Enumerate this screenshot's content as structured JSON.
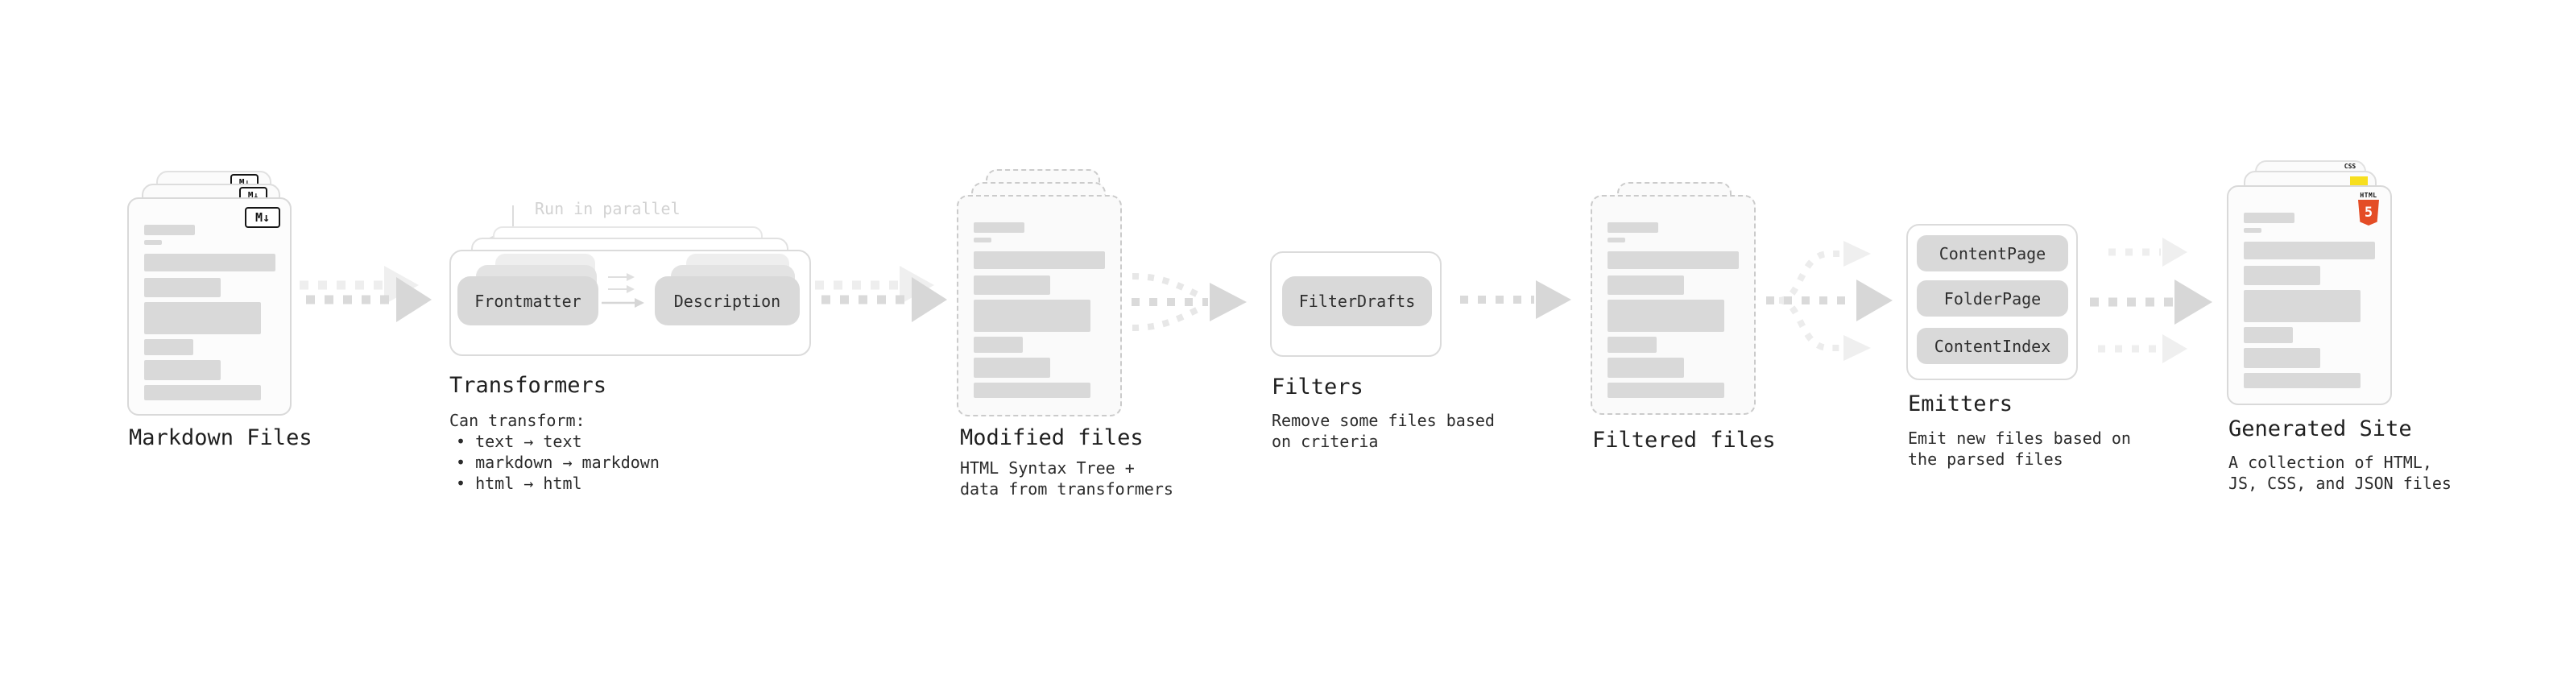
{
  "annotations": {
    "run_in_parallel": "Run in parallel"
  },
  "badges": {
    "markdown": "M↓",
    "html_label": "HTML",
    "html_number": "5",
    "css_label": "CSS"
  },
  "stages": {
    "markdown_files": {
      "label": "Markdown Files"
    },
    "transformers": {
      "label": "Transformers",
      "pill_left": "Frontmatter",
      "pill_right": "Description",
      "desc_title": "Can transform:",
      "bullets": [
        "• text → text",
        "• markdown → markdown",
        "• html → html"
      ]
    },
    "modified_files": {
      "label": "Modified files",
      "desc_lines": [
        "HTML Syntax Tree +",
        "data from transformers"
      ]
    },
    "filters": {
      "label": "Filters",
      "pill": "FilterDrafts",
      "desc_lines": [
        "Remove some files based",
        "on criteria"
      ]
    },
    "filtered_files": {
      "label": "Filtered files"
    },
    "emitters": {
      "label": "Emitters",
      "pills": [
        "ContentPage",
        "FolderPage",
        "ContentIndex"
      ],
      "desc_lines": [
        "Emit new files based on",
        "the parsed files"
      ]
    },
    "generated_site": {
      "label": "Generated Site",
      "desc_lines": [
        "A collection of HTML,",
        "JS, CSS, and JSON files"
      ]
    }
  },
  "colors": {
    "bar_gray": "#d9d9d9",
    "arrow_dark": "#d9d9d9",
    "arrow_light": "#ececec",
    "text_dark": "#1f1f1f",
    "annotation_gray": "#d2d2d2",
    "html5_orange": "#e44d26",
    "js_yellow": "#f7df1e",
    "css_blue": "#2d6ff2"
  }
}
